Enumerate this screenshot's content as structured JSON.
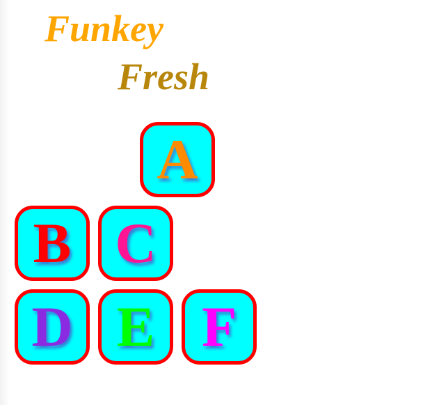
{
  "title": {
    "line1": "Funkey",
    "line2": "Fresh",
    "line1_color": "#ffa500",
    "line2_color": "#b8860b"
  },
  "tiles": [
    {
      "id": "a",
      "letter": "A",
      "color": "#ff8c00"
    },
    {
      "id": "b",
      "letter": "B",
      "color": "#ff0000"
    },
    {
      "id": "c",
      "letter": "C",
      "color": "#ff1493"
    },
    {
      "id": "d",
      "letter": "D",
      "color": "#8a2be2"
    },
    {
      "id": "e",
      "letter": "E",
      "color": "#00ff00"
    },
    {
      "id": "f",
      "letter": "F",
      "color": "#ff00ff"
    }
  ],
  "theme": {
    "tile_background": "#00ffff",
    "tile_border": "#ff0000",
    "letter_shadow": "#3a7bd5"
  }
}
